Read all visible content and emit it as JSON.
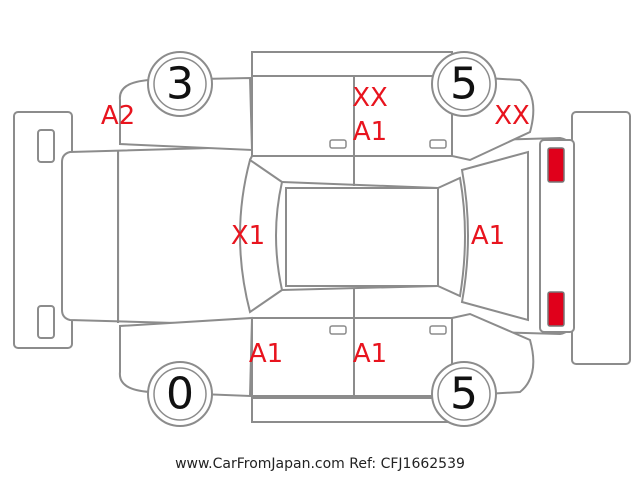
{
  "tires": {
    "front_left": "0",
    "rear_left": "3",
    "front_right": "5",
    "rear_right": "5"
  },
  "damage_codes": {
    "rear_left_corner": "A2",
    "roof_top_1": "XX",
    "roof_top_2": "A1",
    "rear_right_corner": "XX",
    "hood": "X1",
    "tailgate": "A1",
    "front_door_bottom": "A1",
    "rear_door_bottom": "A1"
  },
  "colors": {
    "code_text": "#e8141e",
    "front_lamp": "#f2f200",
    "rear_lamp": "#e0001b",
    "outline": "#8c8c8c"
  },
  "footer": "www.CarFromJapan.com Ref: CFJ1662539"
}
